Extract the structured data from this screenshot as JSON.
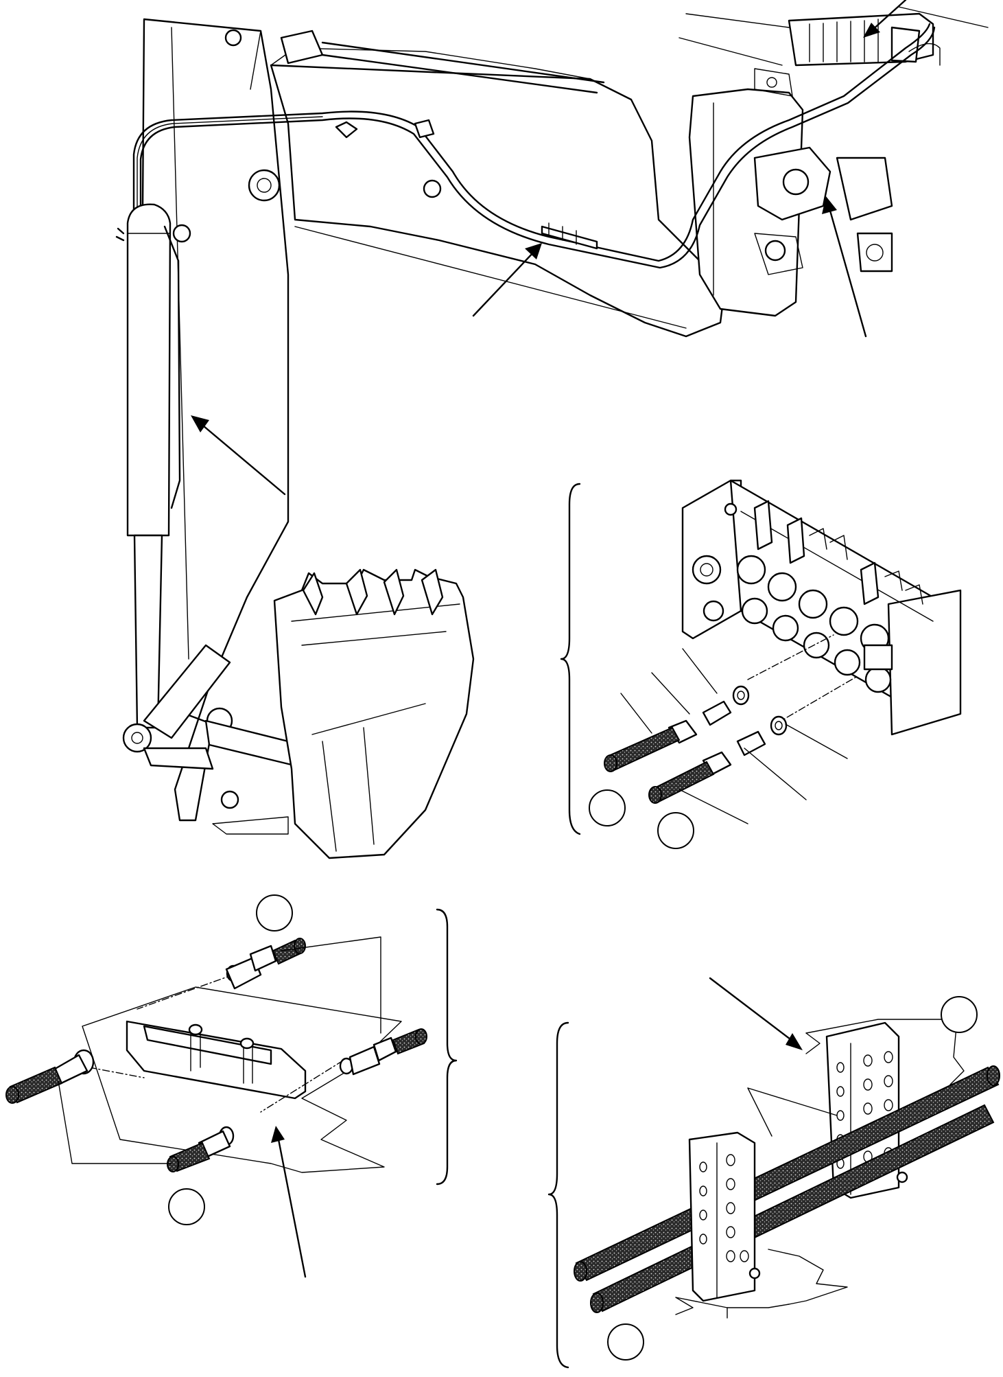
{
  "figure": {
    "panels": [
      {
        "id": "backhoe-boom-arm",
        "callouts": []
      },
      {
        "id": "control-valve-detail",
        "callouts": [
          "",
          ""
        ]
      },
      {
        "id": "hose-bracket-detail",
        "callouts": [
          "",
          ""
        ]
      },
      {
        "id": "clamp-plate-detail",
        "callouts": [
          "",
          ""
        ]
      }
    ]
  }
}
